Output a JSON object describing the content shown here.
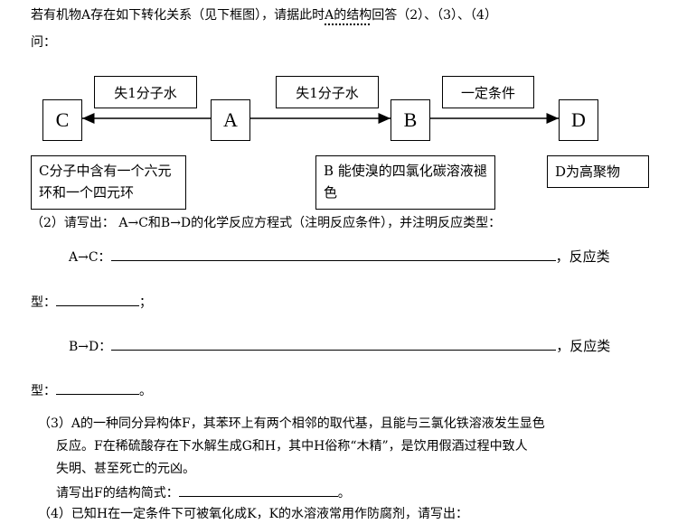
{
  "intro": {
    "prefix": "若有机物A存在如下转化关系（见下框图），请据此时",
    "emph": "A的结构",
    "suffix": "回答（2）、（3）、（4）",
    "line2": "问："
  },
  "diagram": {
    "nodes": {
      "c": "C",
      "a": "A",
      "b": "B",
      "d": "D"
    },
    "conditions": {
      "a_to_c": "失1分子水",
      "a_to_b": "失1分子水",
      "b_to_d": "一定条件"
    },
    "notes": {
      "c": "C分子中含有一个六元环和一个四元环",
      "b": "B 能使溴的四氯化碳溶液褪色",
      "d": "D为高聚物"
    }
  },
  "q2": {
    "prompt": "（2）请写出： A→C和B→D的化学反应方程式（注明反应条件），并注明反应类型：",
    "ac_label": "A→C：",
    "bd_label": "B→D：",
    "type_suffix": "，反应类",
    "type_label": "型：",
    "end_semicolon": "；",
    "end_period": "。"
  },
  "q3": {
    "line1": "（3）A的一种同分异构体F，其苯环上有两个相邻的取代基，且能与三氯化铁溶液发生显色",
    "line2": "反应。F在稀硫酸存在下水解生成G和H，其中H俗称“木精”，是饮用假酒过程中致人",
    "line3": "失明、甚至死亡的元凶。",
    "line4_label": "请写出F的结构简式：",
    "line4_end": "。"
  },
  "q4": {
    "line1": "（4）已知H在一定条件下可被氧化成K，K的水溶液常用作防腐剂，请写出："
  }
}
